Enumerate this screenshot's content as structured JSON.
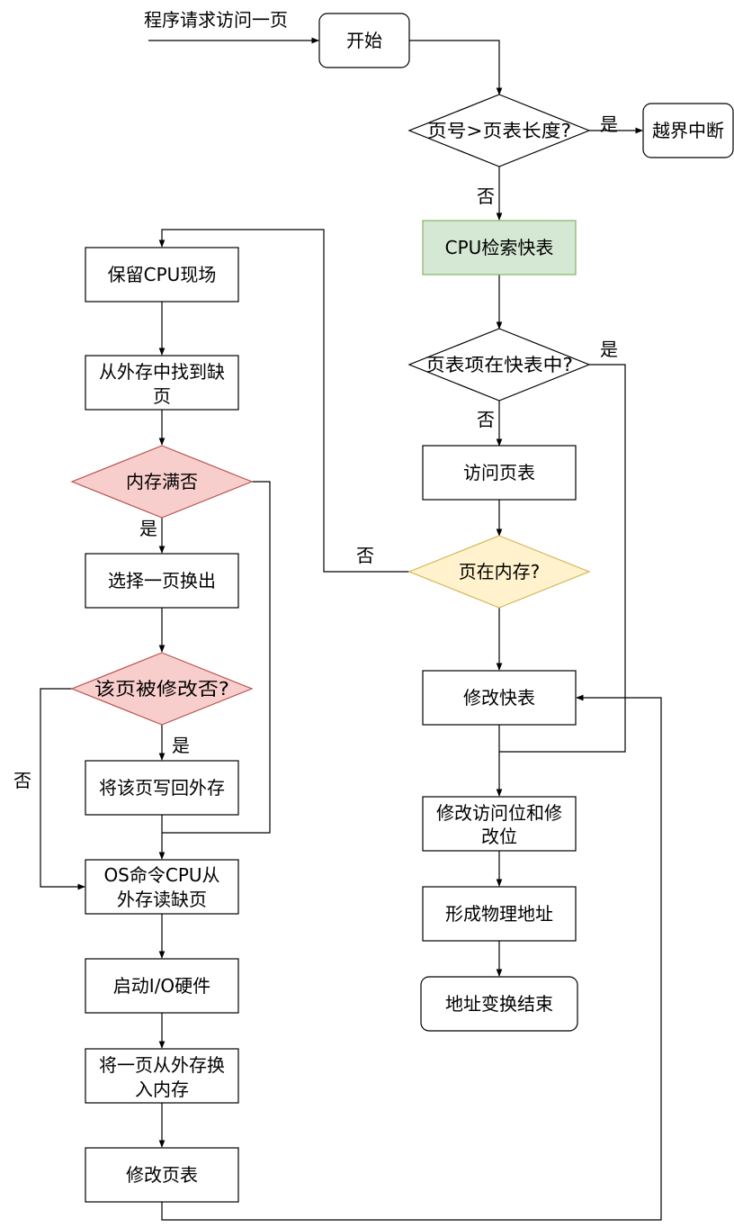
{
  "diagram": {
    "entry_label": "程序请求访问一页",
    "nodes": {
      "start": "开始",
      "page_range_check": "页号>页表长度?",
      "out_of_bounds": "越界中断",
      "cpu_search_tlb": "CPU检索快表",
      "entry_in_tlb": "页表项在快表中?",
      "access_page_table": "访问页表",
      "page_in_memory": "页在内存?",
      "update_tlb": "修改快表",
      "update_access_modify_bits": [
        "修改访问位和修",
        "改位"
      ],
      "form_physical_address": "形成物理地址",
      "translation_end": "地址变换结束",
      "save_cpu_context": "保留CPU现场",
      "find_missing_page": [
        "从外存中找到缺",
        "页"
      ],
      "memory_full": "内存满否",
      "select_page_out": "选择一页换出",
      "page_modified": "该页被修改否?",
      "write_back": "将该页写回外存",
      "os_command_read": [
        "OS命令CPU从",
        "外存读缺页"
      ],
      "start_io": "启动I/O硬件",
      "swap_in": [
        "将一页从外存换",
        "入内存"
      ],
      "update_page_table": "修改页表"
    },
    "edge_labels": {
      "range_yes": "是",
      "range_no": "否",
      "tlb_yes": "是",
      "tlb_no": "否",
      "in_memory_no": "否",
      "memory_full_yes": "是",
      "modified_yes": "是",
      "modified_no": "否"
    },
    "colors": {
      "cpu_search_tlb": "#d5e8d4",
      "cpu_search_tlb_border": "#82b366",
      "page_in_memory": "#fff2cc",
      "page_in_memory_border": "#d6b656",
      "memory_full": "#f8cecc",
      "memory_full_border": "#b85450",
      "page_modified": "#f8cecc",
      "page_modified_border": "#b85450"
    }
  }
}
